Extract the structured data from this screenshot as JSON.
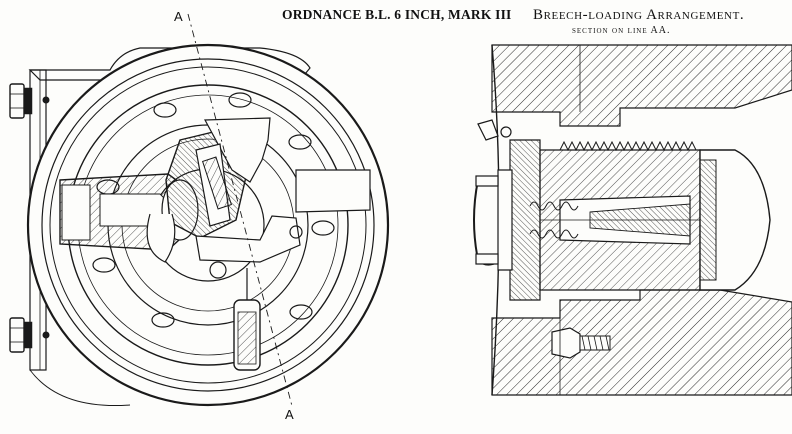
{
  "header": {
    "title": "ORDNANCE B.L. 6 INCH, MARK III",
    "subtitle": "Breech-loading Arrangement.",
    "section_label": "section on line AA."
  },
  "labels": {
    "section_top": "A",
    "section_bottom": "A"
  },
  "colors": {
    "ink": "#1a1a1a",
    "paper": "#fdfdfb",
    "hatch": "#2b2b2b"
  }
}
